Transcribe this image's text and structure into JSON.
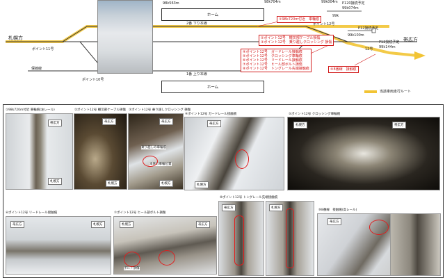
{
  "diagram": {
    "left_direction": "札幌方",
    "right_direction": "帯広方",
    "platform_label": "ホーム",
    "track2_label": "2番 下り本線",
    "track1_label": "1番 上り本線",
    "siding_label": "保線線",
    "switch_11": "ポイント11号",
    "switch_10": "ポイント10号",
    "switch_12": "ポイント12号",
    "switch_12_short": "12号",
    "km_top1": "98k563m",
    "km_top2": "98k704m",
    "km_top3": "99k004m",
    "marker_p120": "P120接続予定",
    "marker_99k074": "99k074m",
    "km_99k": "99k",
    "marker_p12": "P12接続予定",
    "marker_99k100": "99k100m",
    "marker_p12b": "P12接続予定",
    "marker_99k144": "99k144m",
    "callout1": "①98k720m付近　車輪痕",
    "callout2": [
      "②ポイント12号　轍叉部ケーブル損傷",
      "③ポイント12号　乗り越しクロッシング 損傷"
    ],
    "callout3": [
      "④ポイント12号　ガードレール接触痕",
      "⑤ポイント12号　クロッシング車輪痕",
      "⑥ポイント12号　リードレール接触痕",
      "⑦ポイント12号　ヒール部ボルト損傷",
      "⑧ポイント12号　トングレール先端接触痕"
    ],
    "callout4": "⑨8番線　接触痕",
    "legend_text": "当該車両走行ルート",
    "colors": {
      "route": "#f2c434",
      "callout": "#d21a1a"
    }
  },
  "photos": {
    "p1": "①98k720m付近 車輪痕(左レール)",
    "p2": "②ポイント12号 轍叉部ケーブル損傷",
    "p3": "③ポイント12号 乗り越しクロッシング 損傷",
    "p4": "④ポイント12号 ガードレール接触痕",
    "p5": "⑤ポイント12号 クロッシング車輪痕",
    "p6": "⑥ポイント12号 リードレール接触痕",
    "p7": "⑦ポイント12号 ヒール部ボルト損傷",
    "p8": "⑧ポイント12号 トングレール先端接触痕",
    "p9": "⑨8番線　接触痕(高レール)",
    "obihiro": "帯広方",
    "sapporo": "札幌方",
    "note3a": "乗り越しの車輪痕",
    "note3b": "本来の車輪位置",
    "note7": "ボルト損傷"
  }
}
